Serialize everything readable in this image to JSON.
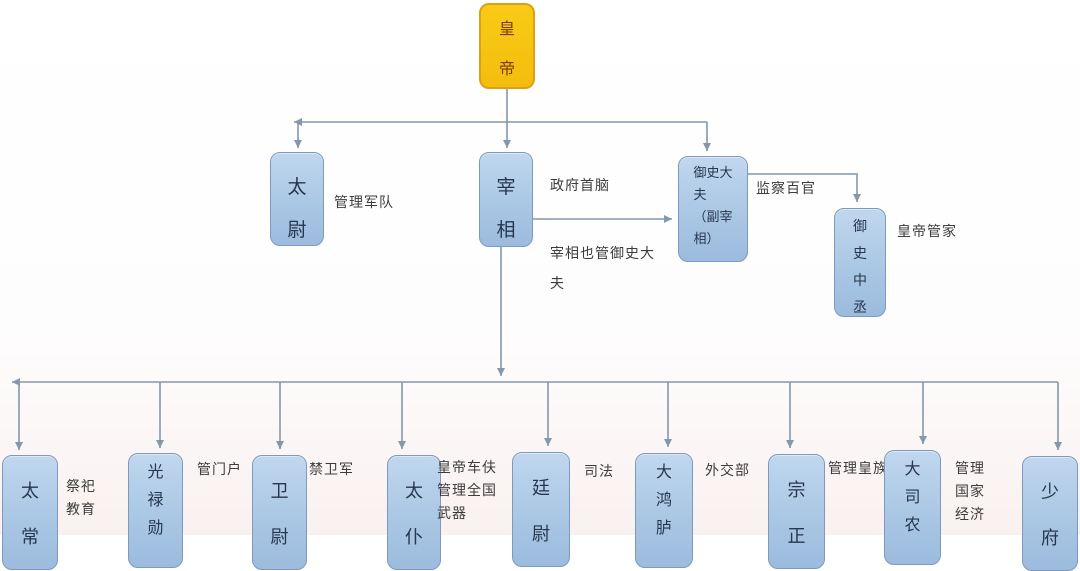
{
  "colors": {
    "emperor_fill": "#F5C211",
    "emperor_border": "#DDA012",
    "emperor_text": "#7A3C12",
    "node_fill": "#AECBE8",
    "node_border": "#7E99BE",
    "node_text": "#26364E",
    "connector_line": "#8497AB",
    "annotation_text": "#3C3C3C",
    "background": "#FFFFFF"
  },
  "nodes": {
    "emperor": {
      "label": "皇\n帝"
    },
    "taiwei": {
      "label": "太\n尉",
      "note": "管理军队"
    },
    "zaixiang": {
      "label": "宰\n相",
      "note": "政府首脑"
    },
    "yushidafu": {
      "label": "御史大\n夫\n（副宰\n相）",
      "note": "监察百官"
    },
    "yushizhongcheng": {
      "label": "御\n史\n中\n丞",
      "note": "皇帝管家"
    }
  },
  "edge_labels": {
    "zaixiang_to_yushidafu": "宰相也管御史大\n夫"
  },
  "ministers": [
    {
      "label": "太\n常",
      "note": "祭祀\n教育"
    },
    {
      "label": "光\n禄\n勋",
      "note": "管门户"
    },
    {
      "label": "卫\n尉",
      "note": "禁卫军"
    },
    {
      "label": "太\n仆",
      "note": "皇帝车伕\n管理全国\n武器"
    },
    {
      "label": "廷\n尉",
      "note": "司法"
    },
    {
      "label": "大\n鸿\n胪",
      "note": "外交部"
    },
    {
      "label": "宗\n正",
      "note": "管理皇族"
    },
    {
      "label": "大\n司\n农",
      "note": "管理\n国家\n经济"
    },
    {
      "label": "少\n府",
      "note": ""
    }
  ]
}
